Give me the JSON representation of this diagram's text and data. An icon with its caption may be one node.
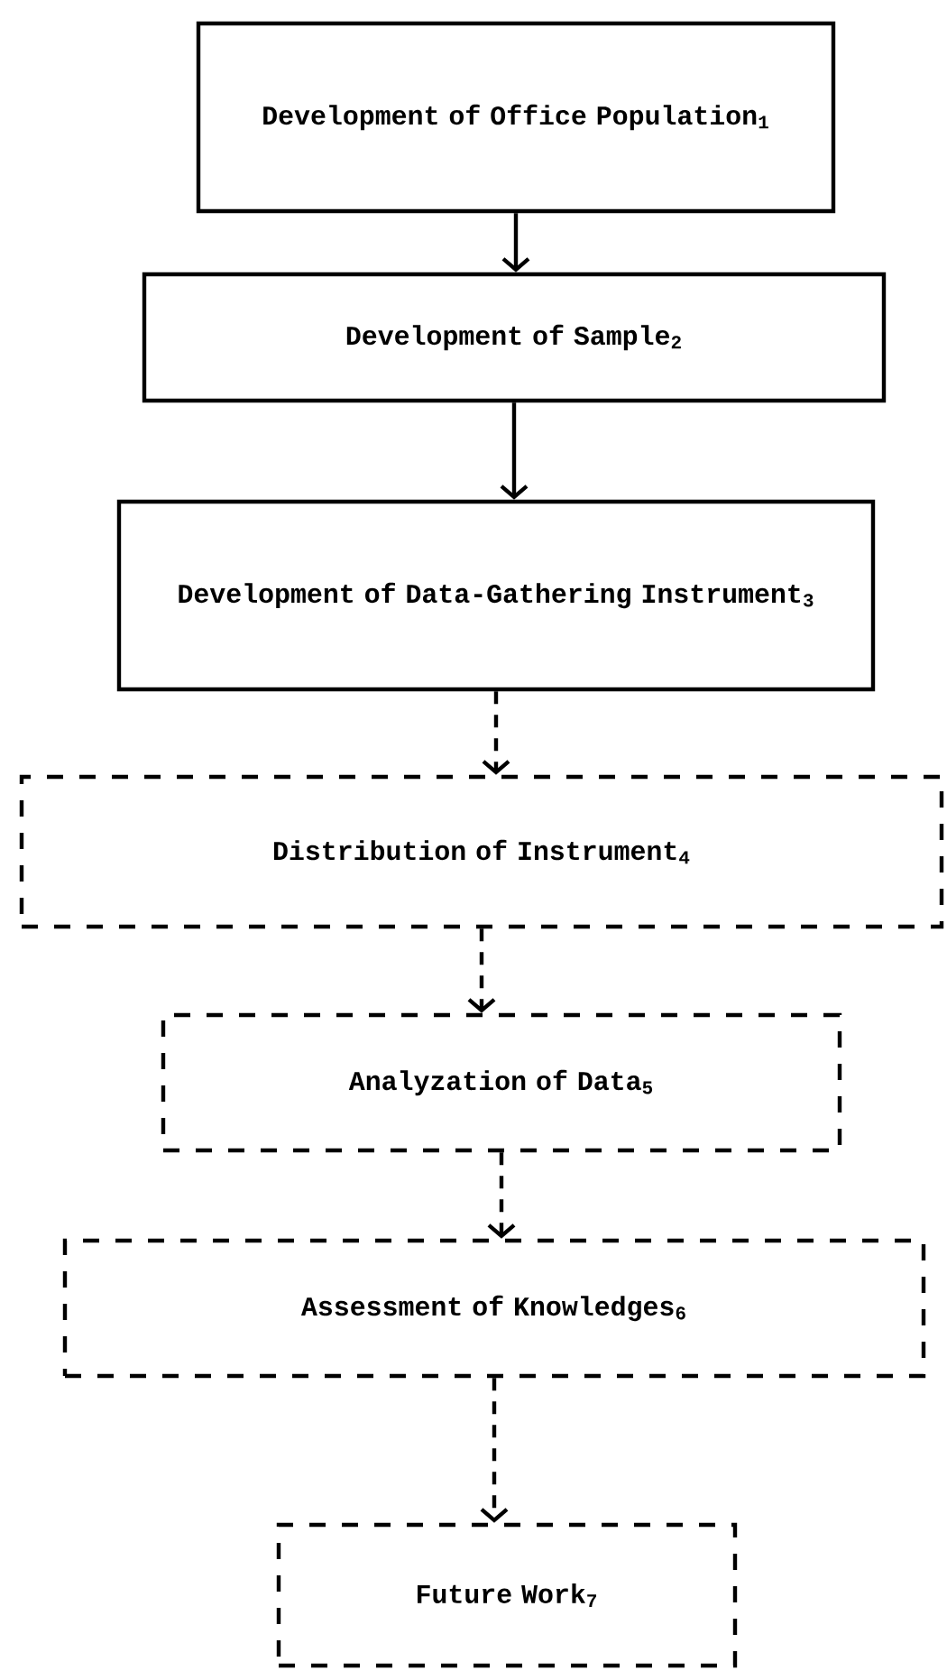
{
  "diagram": {
    "nodes": [
      {
        "text": [
          "Development of Office Population$_{1}$"
        ]
      },
      {
        "text": [
          "Development of Sample$_{2}$"
        ]
      },
      {
        "text": [
          "Development of Data-Gathering Instrument$_{3}$"
        ]
      },
      {
        "text": [
          "Distribution of Instrument$_{4}$"
        ]
      },
      {
        "text": [
          "Analyzation of Data$_{5}$"
        ]
      },
      {
        "text": [
          "Assessment of Knowledges$_{6}$"
        ]
      },
      {
        "text": [
          "Future Work$_{7}$"
        ]
      }
    ],
    "edges": [
      {
        "from": 0,
        "to": 1,
        "arrow": "to"
      },
      {
        "from": 1,
        "to": 2,
        "arrow": "to"
      },
      {
        "from": 2,
        "to": 3,
        "arrow": "to",
        "style": "dashed"
      },
      {
        "from": 3,
        "to": 4,
        "arrow": "to",
        "style": "dashed"
      },
      {
        "from": 4,
        "to": 5,
        "arrow": "to",
        "style": "dashed"
      },
      {
        "from": 5,
        "to": 6,
        "arrow": "to",
        "style": "dashed"
      }
    ]
  }
}
